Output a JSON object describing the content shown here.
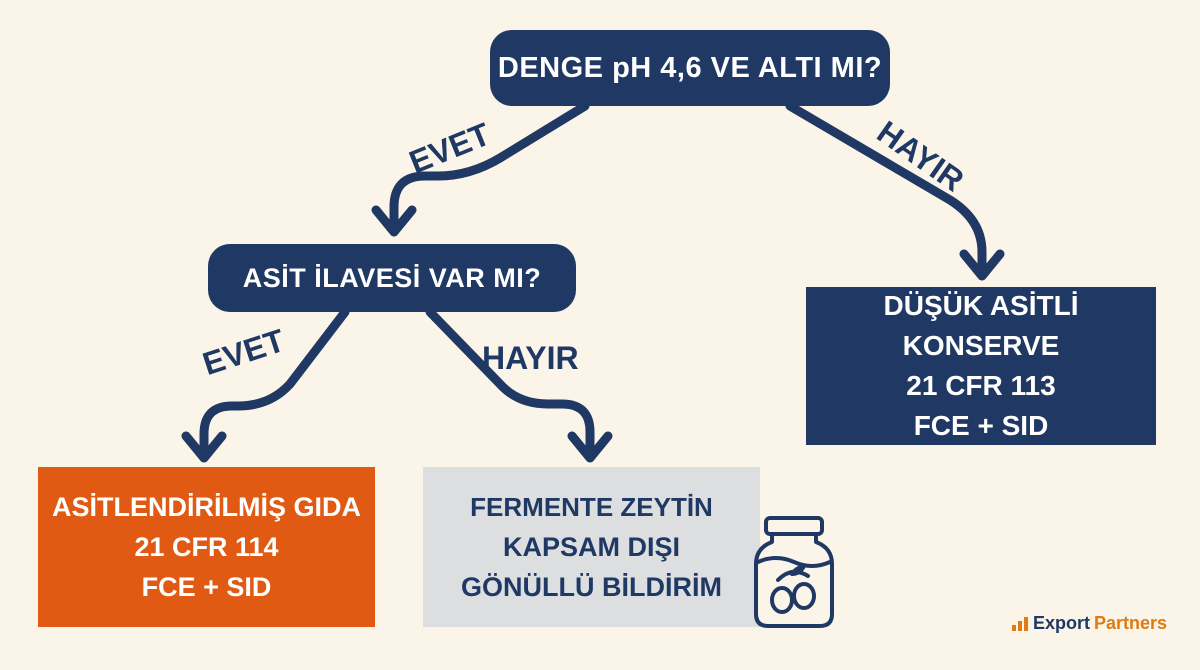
{
  "colors": {
    "background": "#fbf5e9",
    "navy": "#1f3864",
    "orange": "#e05a13",
    "gray": "#dcdee0",
    "brand_accent": "#e07a13"
  },
  "decisions": {
    "root": {
      "label": "DENGE pH 4,6 VE ALTI MI?"
    },
    "acid_added": {
      "label": "ASİT İLAVESİ VAR MI?"
    }
  },
  "branches": {
    "root_yes": "EVET",
    "root_no": "HAYIR",
    "acid_yes": "EVET",
    "acid_no": "HAYIR"
  },
  "outcomes": {
    "low_acid": {
      "lines": [
        "DÜŞÜK ASİTLİ KONSERVE",
        "21 CFR 113",
        "FCE + SID"
      ]
    },
    "acidified": {
      "lines": [
        "ASİTLENDİRİLMİŞ GIDA",
        "21 CFR 114",
        "FCE + SID"
      ]
    },
    "fermented": {
      "lines": [
        "FERMENTE ZEYTİN",
        "KAPSAM DIŞI",
        "GÖNÜLLÜ BİLDİRİM"
      ],
      "icon": "olive-jar-icon"
    }
  },
  "brand": {
    "icon": "chart-bars-icon",
    "part1": "Export",
    "part2": "Partners"
  }
}
